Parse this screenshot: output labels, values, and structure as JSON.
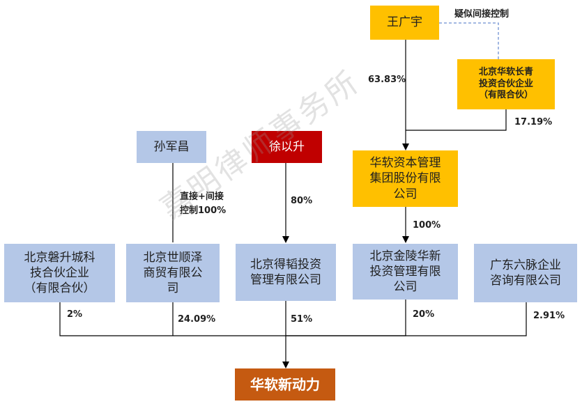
{
  "nodes": {
    "wang": "王广宇",
    "changqing": "北京华软长青\n投资合伙企业\n（有限合伙）",
    "huaruan_group": "华软资本管理\n集团股份有限\n公司",
    "sun": "孙军昌",
    "xu": "徐以升",
    "pansheng": "北京磐升城科\n技合伙企业\n（有限合伙）",
    "shishun": "北京世顺泽\n商贸有限公\n司",
    "detao": "北京得韬投资\n管理有限公司",
    "jinling": "北京金陵华新\n投资管理有限\n公司",
    "liumai": "广东六脉企业\n咨询有限公司",
    "target": "华软新动力"
  },
  "labels": {
    "indirect_control": "疑似间接控制",
    "wang_pct": "63.83%",
    "changqing_pct": "17.19%",
    "sun_control": "直接+间接\n控制100%",
    "xu_pct": "80%",
    "group_pct": "100%",
    "pansheng_pct": "2%",
    "shishun_pct": "24.09%",
    "detao_pct": "51%",
    "jinling_pct": "20%",
    "liumai_pct": "2.91%"
  },
  "watermark": "嘉明律师事务所",
  "colors": {
    "blue_box": "#b4c7e7",
    "yellow_box": "#ffc000",
    "red_box": "#c00000",
    "orange_box": "#c55a11",
    "dashed_line": "#4472c4"
  }
}
